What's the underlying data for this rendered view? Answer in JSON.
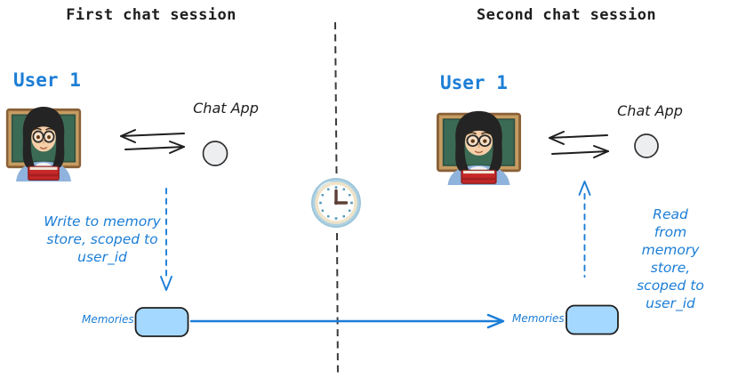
{
  "diagram": {
    "left": {
      "title": "First chat session",
      "user_label": "User 1",
      "chat_app_label": "Chat App",
      "note": "Write to memory\nstore, scoped to\nuser_id",
      "memories_label": "Memories"
    },
    "right": {
      "title": "Second chat session",
      "user_label": "User 1",
      "chat_app_label": "Chat App",
      "note": "Read from memory\nstore, scoped to\nuser_id",
      "memories_label": "Memories"
    },
    "icons": {
      "user_avatar": "woman-teacher-emoji",
      "chat_app_node": "circle-node",
      "divider": "dashed-session-divider",
      "clock": "clock-icon"
    },
    "colors": {
      "accent_blue": "#1c7ed6",
      "ink": "#1e1e1e",
      "memory_box_fill": "#a5d8ff",
      "node_fill": "#eceef0",
      "clock_rim": "#aed2e3",
      "clock_face": "#ffffff",
      "clock_hands": "#5d4037",
      "divider_gray": "#3b3b3b"
    }
  }
}
